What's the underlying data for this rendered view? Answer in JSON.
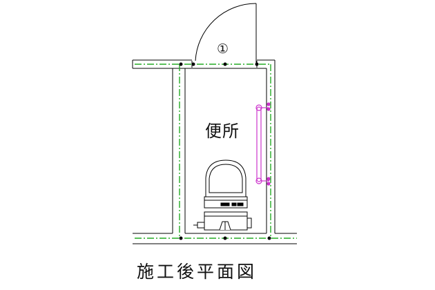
{
  "door_number": "①",
  "room_label": "便所",
  "caption": "施工後平面図",
  "colors": {
    "wall": "#000000",
    "centerline": "#22aa22",
    "handrail": "#cc33cc"
  },
  "icons": [
    "door-swing-icon",
    "toilet-icon",
    "handrail-icon"
  ]
}
